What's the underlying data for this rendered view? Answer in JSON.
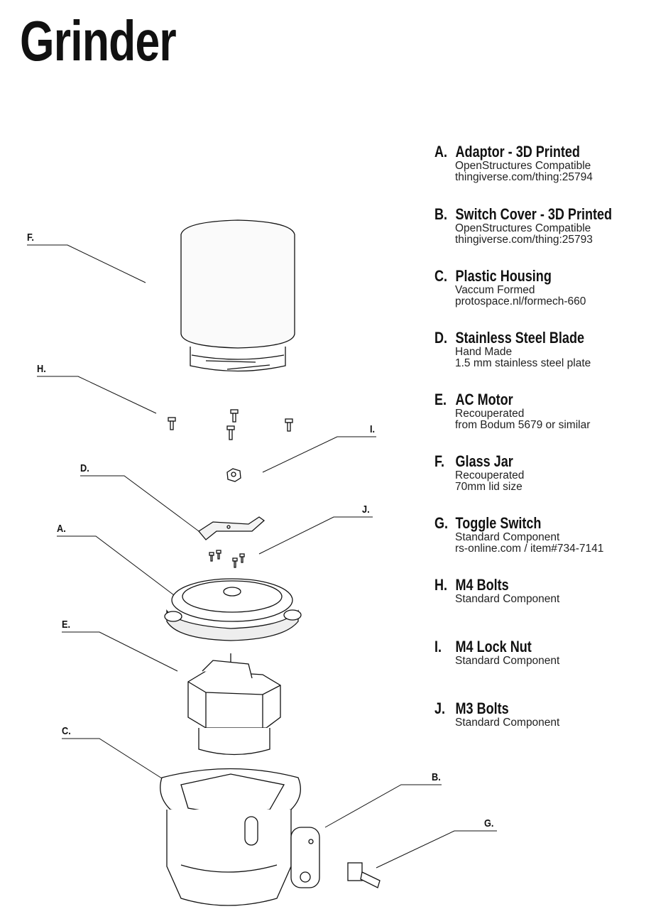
{
  "title": "Grinder",
  "callouts": {
    "A": "A.",
    "B": "B.",
    "C": "C.",
    "D": "D.",
    "E": "E.",
    "F": "F.",
    "G": "G.",
    "H": "H.",
    "I": "I.",
    "J": "J."
  },
  "legend": [
    {
      "letter": "A.",
      "name": "Adaptor - 3D Printed",
      "lines": [
        "OpenStructures Compatible",
        "thingiverse.com/thing:25794"
      ]
    },
    {
      "letter": "B.",
      "name": "Switch Cover - 3D Printed",
      "lines": [
        "OpenStructures Compatible",
        "thingiverse.com/thing:25793"
      ]
    },
    {
      "letter": "C.",
      "name": "Plastic Housing",
      "lines": [
        "Vaccum Formed",
        "protospace.nl/formech-660"
      ]
    },
    {
      "letter": "D.",
      "name": "Stainless Steel Blade",
      "lines": [
        "Hand Made",
        "1.5 mm stainless steel plate"
      ]
    },
    {
      "letter": "E.",
      "name": "AC Motor",
      "lines": [
        "Recouperated",
        "from Bodum 5679 or similar"
      ]
    },
    {
      "letter": "F.",
      "name": "Glass Jar",
      "lines": [
        "Recouperated",
        "70mm lid size"
      ]
    },
    {
      "letter": "G.",
      "name": "Toggle Switch",
      "lines": [
        "Standard Component",
        "rs-online.com / item#734-7141"
      ]
    },
    {
      "letter": "H.",
      "name": "M4 Bolts",
      "lines": [
        "Standard Component"
      ]
    },
    {
      "letter": "I.",
      "name": "M4 Lock Nut",
      "lines": [
        "Standard Component"
      ]
    },
    {
      "letter": "J.",
      "name": "M3 Bolts",
      "lines": [
        "Standard Component"
      ]
    }
  ]
}
